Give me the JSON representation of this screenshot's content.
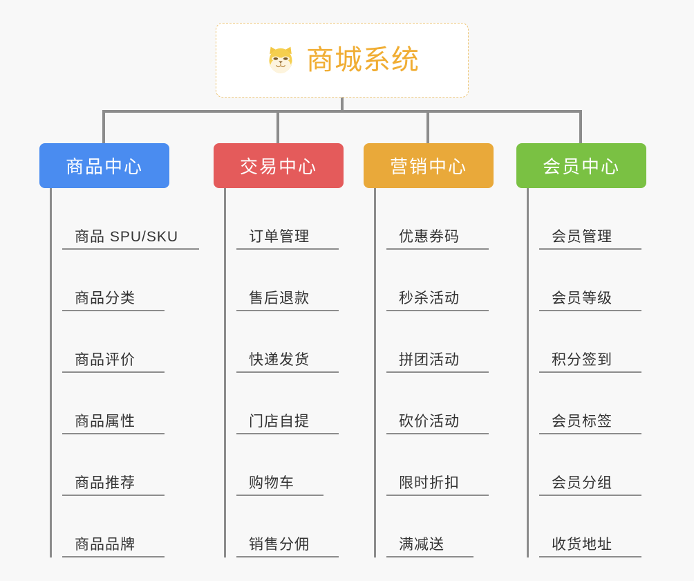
{
  "diagram": {
    "type": "organization-tree",
    "background_color": "#f8f8f8",
    "connector_color": "#8c8c8c",
    "root": {
      "icon": "shiba-dog-face-icon",
      "label": "商城系统",
      "text_color": "#f0ad33",
      "border_color": "#eec77a",
      "background_color": "#ffffff"
    },
    "categories": [
      {
        "label": "商品中心",
        "color": "#4a8cf0",
        "items": [
          "商品 SPU/SKU",
          "商品分类",
          "商品评价",
          "商品属性",
          "商品推荐",
          "商品品牌"
        ]
      },
      {
        "label": "交易中心",
        "color": "#e45b5b",
        "items": [
          "订单管理",
          "售后退款",
          "快递发货",
          "门店自提",
          "购物车",
          "销售分佣"
        ]
      },
      {
        "label": "营销中心",
        "color": "#e9a93a",
        "items": [
          "优惠券码",
          "秒杀活动",
          "拼团活动",
          "砍价活动",
          "限时折扣",
          "满减送"
        ]
      },
      {
        "label": "会员中心",
        "color": "#7ac143",
        "items": [
          "会员管理",
          "会员等级",
          "积分签到",
          "会员标签",
          "会员分组",
          "收货地址"
        ]
      }
    ]
  }
}
